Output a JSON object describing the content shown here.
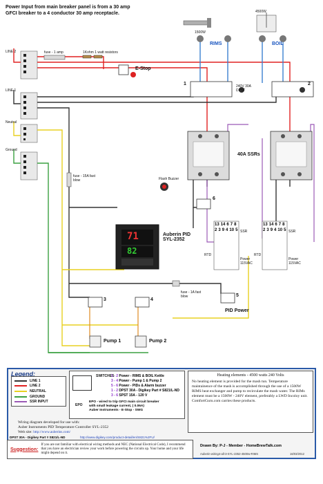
{
  "title": {
    "line1": "Power Input from main breaker panel is from a 30 amp",
    "line2": "GFCI breaker to a 4 conductor 30 amp receptacle."
  },
  "heaters": {
    "rims_watts": "1500W",
    "boil_watts": "4500W",
    "rims_label": "RIMS",
    "boil_label": "BOIL"
  },
  "left_bus": {
    "line2": "LINE 2",
    "line1": "LINE 1",
    "neutral": "Neutral",
    "ground": "Ground"
  },
  "labels": {
    "fuse_top": "fuse - 1 amp",
    "resistors": "1Kohm 1 watt resistors",
    "estop": "E-Stop",
    "dpst": "240V 30A DPST",
    "ssrs": "40A SSRs",
    "fuse_15a": "fuse - 15A fast blow",
    "flash_buzzer": "Flash Buzzer",
    "pid_name": "Auberin PID SYL-2352",
    "fuse_1a_2": "fuse - 1A fast blow",
    "pid_power": "PID Power",
    "pump1": "Pump 1",
    "pump2": "Pump 2",
    "ssr_label_a": "SSR",
    "ssr_label_b": "SSR",
    "rtd_a": "RTD",
    "rtd_b": "RTD",
    "power_a": "Power 115VAC",
    "power_b": "Power 115VAC",
    "sw1": "1",
    "sw2": "2",
    "sw3": "3",
    "sw4": "4",
    "sw5": "5",
    "sw6": "6",
    "pid_display_top": "71",
    "pid_display_bottom": "82"
  },
  "terminals_a": [
    "13",
    "14",
    "6",
    "7",
    "8",
    "2",
    "3",
    "9",
    "4",
    "10",
    "5"
  ],
  "terminals_b": [
    "13",
    "14",
    "6",
    "7",
    "8",
    "2",
    "3",
    "9",
    "4",
    "10",
    "5"
  ],
  "legend": {
    "title": "Legend:",
    "items": [
      {
        "name": "LINE 1",
        "color": "#333333"
      },
      {
        "name": "LINE 2",
        "color": "#e02020"
      },
      {
        "name": "NEUTRAL",
        "color": "#e8d020"
      },
      {
        "name": "GROUND",
        "color": "#3aa040"
      },
      {
        "name": "SSR INPUT",
        "color": "#9b59b6"
      }
    ],
    "switches_label": "SWITCHES",
    "switch_rows": [
      {
        "nums": "1 - 2",
        "text": "Power - RIMS & BOIL Kettle"
      },
      {
        "nums": "3 - 4",
        "text": "Power - Pump 1 & Pump 2"
      },
      {
        "nums": "5 - 6",
        "text": "Power - PIDs & Alarm buzzer"
      },
      {
        "nums": "1 - 2",
        "text": "DPST 30A - Digikey Part # S821/L-ND"
      },
      {
        "nums": "3 - 6",
        "text": "SPST 15A - 120 V"
      }
    ],
    "epo_label": "EPO",
    "epo_text1": "EPO - wired to trip GFCI main circuit breaker",
    "epo_text2": "with small leakage current, ( 0.06A)",
    "epo_text3": "Auber Instruments - E-Stop - SWG",
    "wiring_text1": "Wiring diagram developed for use with:",
    "wiring_text2": "Auber Instruments PID Temperature Controller SYL-2352",
    "website_label": "Web site:",
    "website_url": "http://www.auberins.com/",
    "dpst_part": "DPST 30A - Digikey Part # S821/L-ND",
    "digikey_url": "http://www.digikey.com/product-detail/en/S821%2FU/"
  },
  "heating": {
    "heading": "Heating elements - 4500 watts 240 Volts",
    "body": "No heating element is provided for the mash tun. Temperature maintainence of the mash is accomplished through the use of a 1500W RIMS heat exchanger and pump to recirculate the mash water. The RIMs element must be a 1500W - 240V element, preferably a LWD Incoloy unit. ComfortGuru.com carries these products."
  },
  "suggestion": {
    "label": "Suggestion:",
    "text": "If you are not familiar with electrical wiring methods and NEC (National Electrical Code), I recommend that you have an electrician review your work before powering the circuits up. Your home and your life might depend on it."
  },
  "credit": {
    "drawn": "Drawn By: P-J - Member - HomeBrewTalk.com",
    "file": "Auberin-wiring4-all-3-SYL-2352-4500w-RIMS",
    "date": "16/03/2012"
  }
}
